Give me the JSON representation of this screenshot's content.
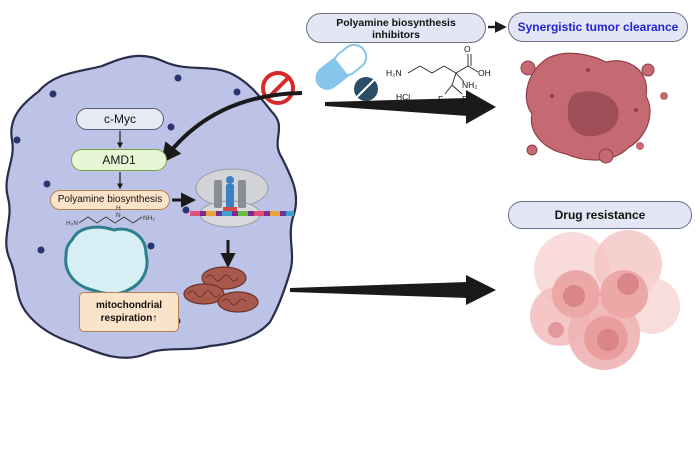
{
  "labels": {
    "inhibitors_line1": "Polyamine biosynthesis",
    "inhibitors_line2": "inhibitors",
    "synergistic": "Synergistic tumor clearance",
    "drug_resistance": "Drug resistance",
    "cmyc": "c-Myc",
    "amd1": "AMD1",
    "polyamine_biosynthesis": "Polyamine biosynthesis",
    "mito_line1": "mitochondrial",
    "mito_line2": "respiration↑"
  },
  "chemistry": {
    "drug_amine": "H₂N",
    "drug_acid": "O",
    "drug_oh": "OH",
    "drug_nh2": "NH₂",
    "drug_f1": "F",
    "drug_f2": "F",
    "drug_salt": "HCl",
    "spermidine_left": "H₂N",
    "spermidine_mid": "H",
    "spermidine_mid_n": "N",
    "spermidine_right": "NH₂"
  },
  "colors": {
    "cell_fill": "#bcc3e6",
    "cell_border": "#2a2d48",
    "vesicle": "#2b3470",
    "nucleus": "#d8eef5",
    "tumor": "#c56a72",
    "resistant": "#f2b7b7",
    "mitochondria": "#a8594b",
    "highlight_text": "#2324d6"
  }
}
